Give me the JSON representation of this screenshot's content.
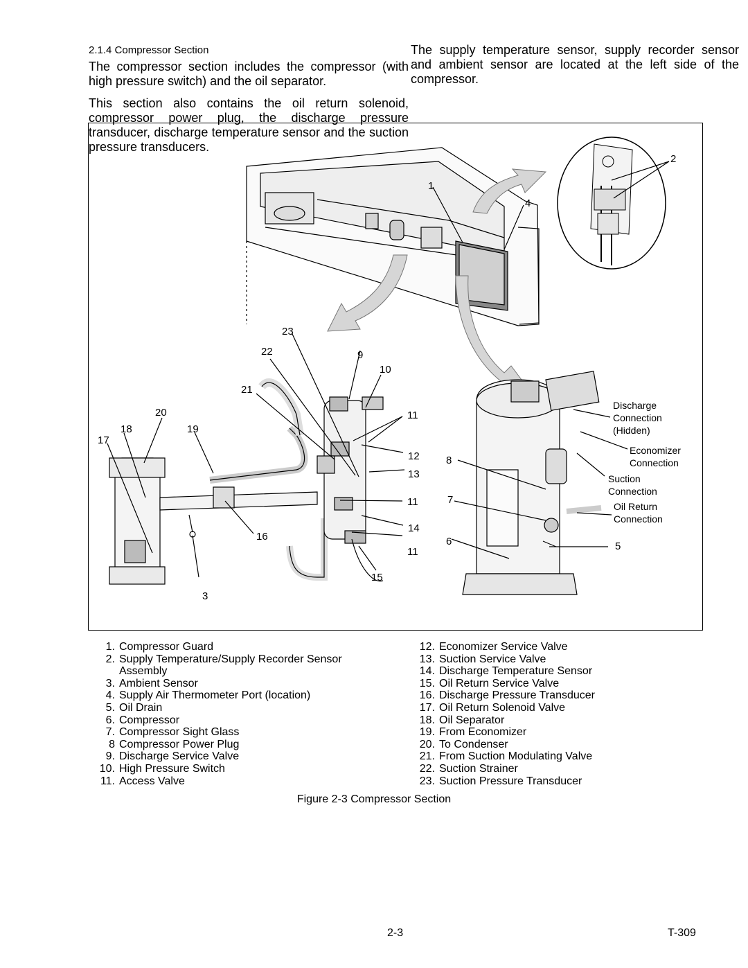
{
  "section": {
    "title": "2.1.4  Compressor Section",
    "paragraph_1": "The compressor section includes the compressor (with high pressure switch) and the oil separator.",
    "paragraph_2": "This section also contains the oil return solenoid, compressor power plug, the discharge pressure transducer, discharge temperature sensor and the suction pressure transducers.",
    "paragraph_3": "The supply temperature sensor, supply recorder sensor and ambient sensor are located at the left side of the compressor."
  },
  "figure": {
    "callouts": [
      "1",
      "2",
      "3",
      "4",
      "5",
      "6",
      "7",
      "8",
      "9",
      "10",
      "11",
      "11",
      "11",
      "11",
      "12",
      "13",
      "14",
      "15",
      "16",
      "17",
      "18",
      "19",
      "20",
      "21",
      "22",
      "23"
    ],
    "connection_labels": {
      "discharge": [
        "Discharge",
        "Connection",
        "(Hidden)"
      ],
      "economizer": [
        "Economizer",
        "Connection"
      ],
      "suction": [
        "Suction",
        "Connection"
      ],
      "oil_return": [
        "Oil Return",
        "Connection"
      ]
    },
    "caption": "Figure 2-3 Compressor Section"
  },
  "legend": {
    "left": [
      {
        "num": "1.",
        "text": "Compressor Guard"
      },
      {
        "num": "2.",
        "text": "Supply Temperature/Supply Recorder Sensor Assembly"
      },
      {
        "num": "3.",
        "text": "Ambient Sensor"
      },
      {
        "num": "4.",
        "text": "Supply Air Thermometer Port (location)"
      },
      {
        "num": "5.",
        "text": "Oil Drain"
      },
      {
        "num": "6.",
        "text": "Compressor"
      },
      {
        "num": "7.",
        "text": "Compressor Sight Glass"
      },
      {
        "num": "8",
        "text": "Compressor Power Plug"
      },
      {
        "num": "9.",
        "text": "Discharge Service Valve"
      },
      {
        "num": "10.",
        "text": "High Pressure Switch"
      },
      {
        "num": "11.",
        "text": "Access Valve"
      }
    ],
    "right": [
      {
        "num": "12.",
        "text": "Economizer Service Valve"
      },
      {
        "num": "13.",
        "text": "Suction Service Valve"
      },
      {
        "num": "14.",
        "text": "Discharge Temperature Sensor"
      },
      {
        "num": "15.",
        "text": "Oil Return Service Valve"
      },
      {
        "num": "16.",
        "text": "Discharge Pressure Transducer"
      },
      {
        "num": "17.",
        "text": "Oil Return Solenoid Valve"
      },
      {
        "num": "18.",
        "text": "Oil Separator"
      },
      {
        "num": "19.",
        "text": "From Economizer"
      },
      {
        "num": "20.",
        "text": "To Condenser"
      },
      {
        "num": "21.",
        "text": "From Suction Modulating Valve"
      },
      {
        "num": "22.",
        "text": "Suction Strainer"
      },
      {
        "num": "23.",
        "text": "Suction Pressure Transducer"
      }
    ]
  },
  "footer": {
    "page": "2-3",
    "document": "T-309"
  }
}
